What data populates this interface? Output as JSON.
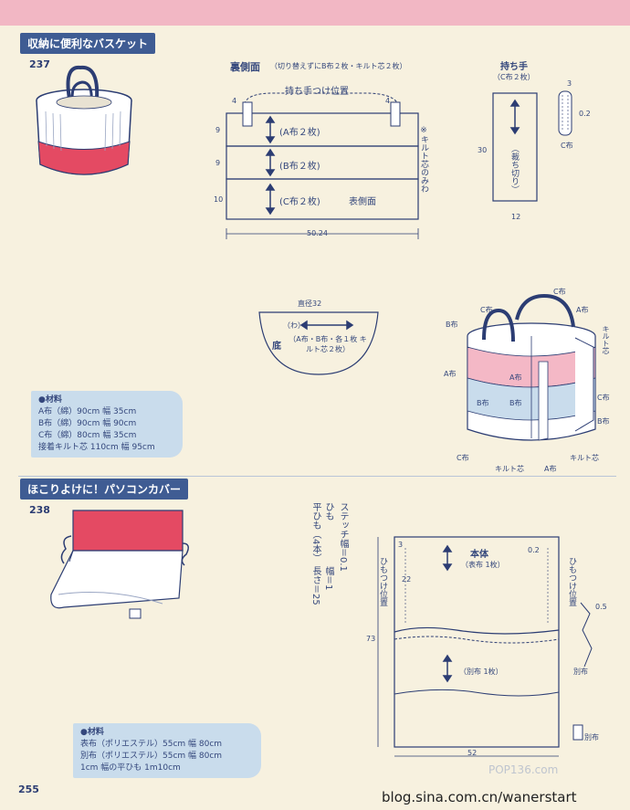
{
  "section1": {
    "title": "収納に便利なバスケット",
    "number": "237",
    "side_panel": {
      "title": "裏側面",
      "title_note": "（切り替えずにB布２枚・キルト芯２枚）",
      "handle_position": "持ち手つけ位置",
      "rows": [
        "(A布２枚)",
        "(B布２枚)",
        "(C布２枚)"
      ],
      "front_label": "表側面",
      "quilt_note": "※キルト芯のみわ",
      "dims": {
        "left_top": "4",
        "right_top": "4",
        "a": "9",
        "b": "9",
        "c": "10",
        "width": "50.24"
      }
    },
    "handle": {
      "title": "持ち手",
      "subtitle": "（C布２枚）",
      "height": "30",
      "cut": "（裁ち切り）",
      "width": "12",
      "small_top": "3",
      "small_seam": "0.2",
      "small_label": "C布"
    },
    "bottom": {
      "diameter": "直径32",
      "wa": "（わ）",
      "label": "底",
      "content": "（A布・B布・各１枚 キルト芯２枚）"
    },
    "assembly_labels": [
      "C布",
      "C布",
      "A布",
      "B布",
      "キルト芯",
      "A布",
      "A布",
      "B布",
      "B布",
      "C布",
      "B布",
      "C布",
      "キルト芯",
      "A布",
      "キルト芯"
    ],
    "materials": {
      "heading": "●材料",
      "lines": [
        "A布（綿）90cm 幅 35cm",
        "B布（綿）90cm 幅 90cm",
        "C布（綿）80cm 幅 35cm",
        "接着キルト芯 110cm 幅 95cm"
      ]
    }
  },
  "section2": {
    "title": "ほこりよけに！パソコンカバー",
    "number": "238",
    "notes": [
      "ステッチ幅＝0.1",
      "ひも",
      "平ひも（4本）",
      "幅＝1",
      "長さ＝25"
    ],
    "body": {
      "title": "本体",
      "sub1": "（表布 1枚）",
      "sub2": "（別布 1枚）",
      "tie_position": "ひもつけ位置",
      "dims": {
        "top_left": "3",
        "top_right": "0.2",
        "upper": "22",
        "total": "73",
        "width": "52",
        "fold": "0.5"
      },
      "side_labels": [
        "別布",
        "別布"
      ]
    },
    "materials": {
      "heading": "●材料",
      "lines": [
        "表布（ポリエステル）55cm 幅 80cm",
        "別布（ポリエステル）55cm 幅 80cm",
        "1cm 幅の平ひも 1m10cm"
      ]
    }
  },
  "page_number": "255",
  "watermark": "blog.sina.com.cn/wanerstart",
  "watermark_logo": "POP136.com",
  "colors": {
    "navy": "#3f5c93",
    "pink": "#e44a63",
    "paper": "#f7f1df",
    "blue_box": "#c9dcec",
    "top_band": "#f2b7c4"
  }
}
